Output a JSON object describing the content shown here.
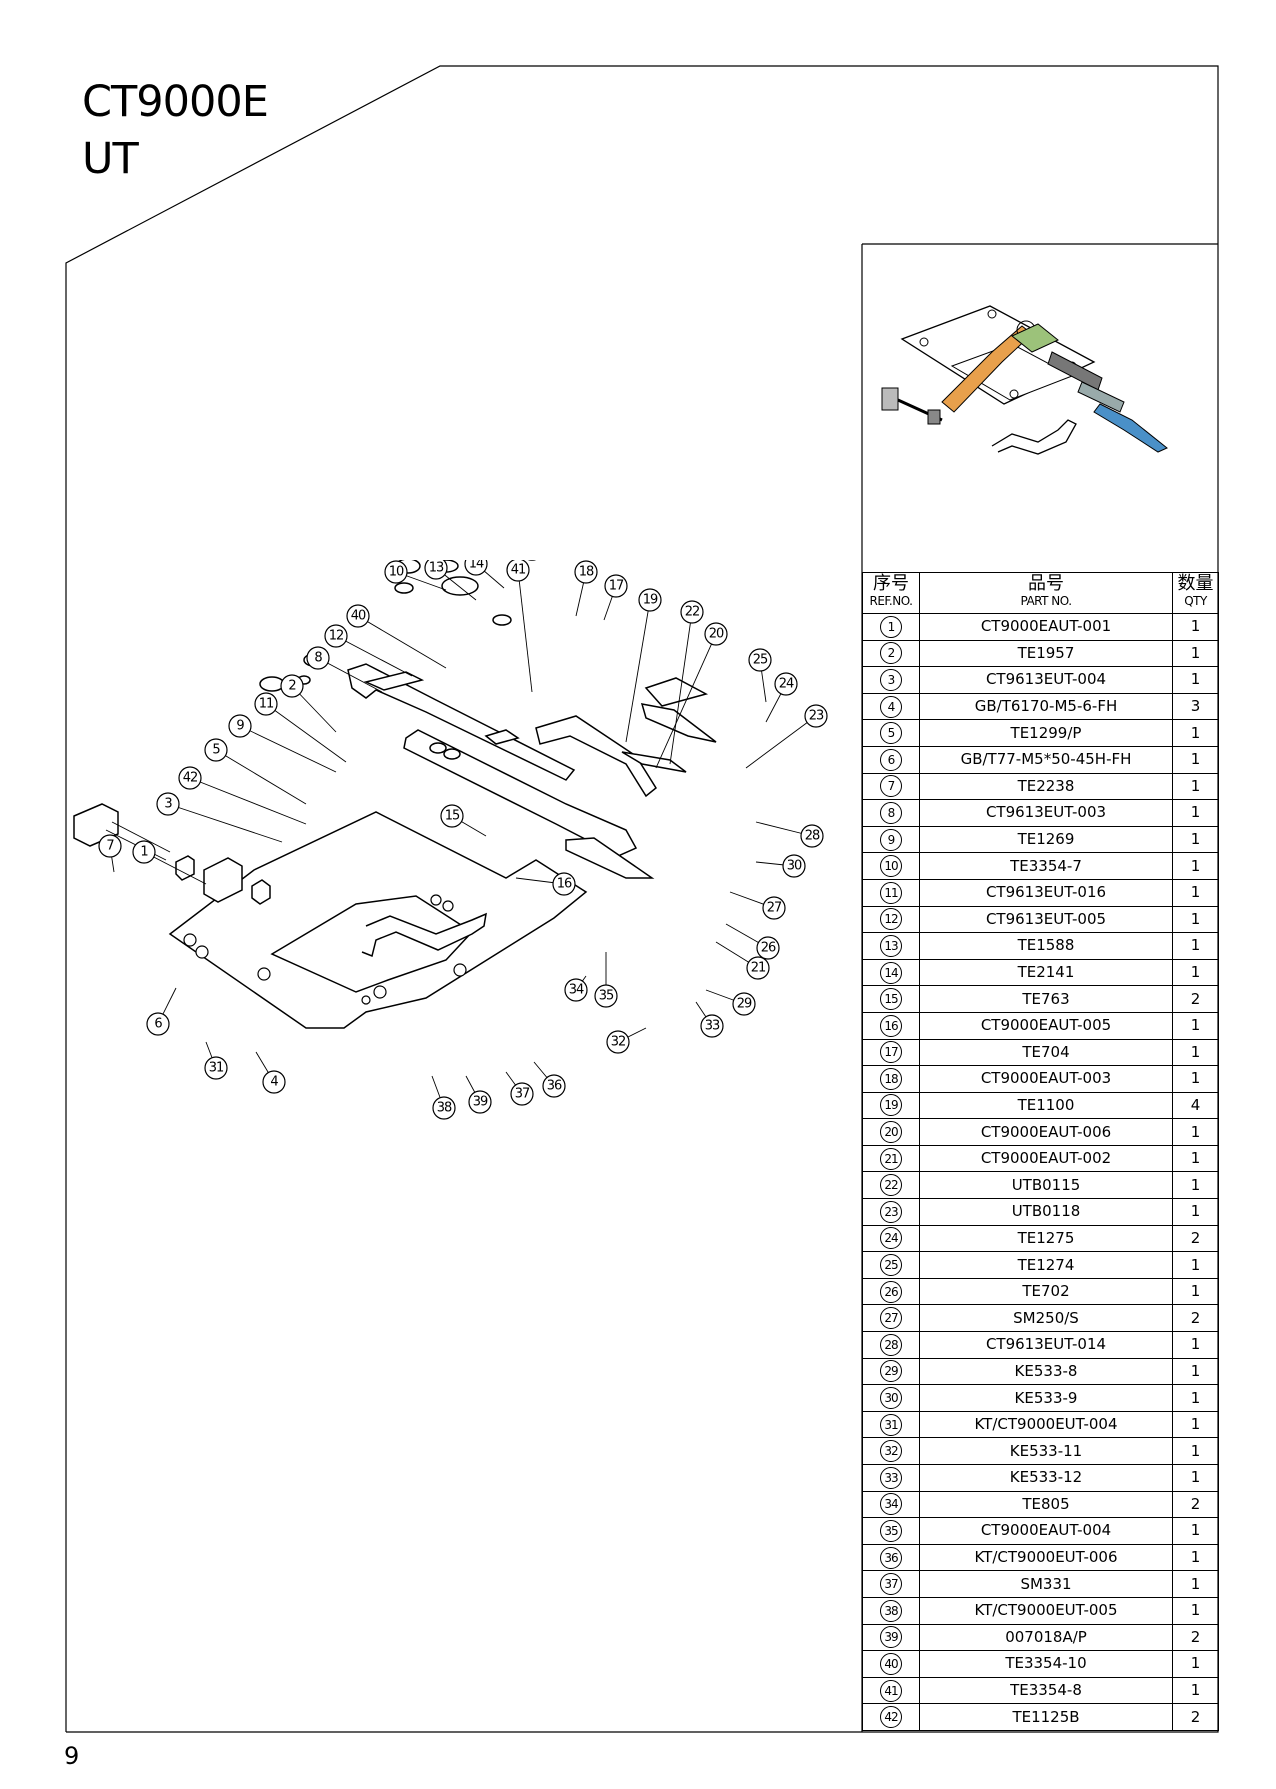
{
  "header": {
    "model": "CT9000E",
    "sub": "UT"
  },
  "page_number": "9",
  "table": {
    "headers": [
      {
        "cn": "序号",
        "en": "REF.NO."
      },
      {
        "cn": "品号",
        "en": "PART NO."
      },
      {
        "cn": "数量",
        "en": "QTY"
      }
    ],
    "rows": [
      {
        "ref": "1",
        "part": "CT9000EAUT-001",
        "qty": "1"
      },
      {
        "ref": "2",
        "part": "TE1957",
        "qty": "1"
      },
      {
        "ref": "3",
        "part": "CT9613EUT-004",
        "qty": "1"
      },
      {
        "ref": "4",
        "part": "GB/T6170-M5-6-FH",
        "qty": "3"
      },
      {
        "ref": "5",
        "part": "TE1299/P",
        "qty": "1"
      },
      {
        "ref": "6",
        "part": "GB/T77-M5*50-45H-FH",
        "qty": "1"
      },
      {
        "ref": "7",
        "part": "TE2238",
        "qty": "1"
      },
      {
        "ref": "8",
        "part": "CT9613EUT-003",
        "qty": "1"
      },
      {
        "ref": "9",
        "part": "TE1269",
        "qty": "1"
      },
      {
        "ref": "10",
        "part": "TE3354-7",
        "qty": "1"
      },
      {
        "ref": "11",
        "part": "CT9613EUT-016",
        "qty": "1"
      },
      {
        "ref": "12",
        "part": "CT9613EUT-005",
        "qty": "1"
      },
      {
        "ref": "13",
        "part": "TE1588",
        "qty": "1"
      },
      {
        "ref": "14",
        "part": "TE2141",
        "qty": "1"
      },
      {
        "ref": "15",
        "part": "TE763",
        "qty": "2"
      },
      {
        "ref": "16",
        "part": "CT9000EAUT-005",
        "qty": "1"
      },
      {
        "ref": "17",
        "part": "TE704",
        "qty": "1"
      },
      {
        "ref": "18",
        "part": "CT9000EAUT-003",
        "qty": "1"
      },
      {
        "ref": "19",
        "part": "TE1100",
        "qty": "4"
      },
      {
        "ref": "20",
        "part": "CT9000EAUT-006",
        "qty": "1"
      },
      {
        "ref": "21",
        "part": "CT9000EAUT-002",
        "qty": "1"
      },
      {
        "ref": "22",
        "part": "UTB0115",
        "qty": "1"
      },
      {
        "ref": "23",
        "part": "UTB0118",
        "qty": "1"
      },
      {
        "ref": "24",
        "part": "TE1275",
        "qty": "2"
      },
      {
        "ref": "25",
        "part": "TE1274",
        "qty": "1"
      },
      {
        "ref": "26",
        "part": "TE702",
        "qty": "1"
      },
      {
        "ref": "27",
        "part": "SM250/S",
        "qty": "2"
      },
      {
        "ref": "28",
        "part": "CT9613EUT-014",
        "qty": "1"
      },
      {
        "ref": "29",
        "part": "KE533-8",
        "qty": "1"
      },
      {
        "ref": "30",
        "part": "KE533-9",
        "qty": "1"
      },
      {
        "ref": "31",
        "part": "KT/CT9000EUT-004",
        "qty": "1"
      },
      {
        "ref": "32",
        "part": "KE533-11",
        "qty": "1"
      },
      {
        "ref": "33",
        "part": "KE533-12",
        "qty": "1"
      },
      {
        "ref": "34",
        "part": "TE805",
        "qty": "2"
      },
      {
        "ref": "35",
        "part": "CT9000EAUT-004",
        "qty": "1"
      },
      {
        "ref": "36",
        "part": "KT/CT9000EUT-006",
        "qty": "1"
      },
      {
        "ref": "37",
        "part": "SM331",
        "qty": "1"
      },
      {
        "ref": "38",
        "part": "KT/CT9000EUT-005",
        "qty": "1"
      },
      {
        "ref": "39",
        "part": "007018A/P",
        "qty": "2"
      },
      {
        "ref": "40",
        "part": "TE3354-10",
        "qty": "1"
      },
      {
        "ref": "41",
        "part": "TE3354-8",
        "qty": "1"
      },
      {
        "ref": "42",
        "part": "TE1125B",
        "qty": "2"
      }
    ]
  },
  "callouts": [
    {
      "ref": "1"
    },
    {
      "ref": "2"
    },
    {
      "ref": "3"
    },
    {
      "ref": "4"
    },
    {
      "ref": "5"
    },
    {
      "ref": "6"
    },
    {
      "ref": "7"
    },
    {
      "ref": "8"
    },
    {
      "ref": "9"
    },
    {
      "ref": "10"
    },
    {
      "ref": "11"
    },
    {
      "ref": "12"
    },
    {
      "ref": "13"
    },
    {
      "ref": "14"
    },
    {
      "ref": "15"
    },
    {
      "ref": "16"
    },
    {
      "ref": "17"
    },
    {
      "ref": "18"
    },
    {
      "ref": "19"
    },
    {
      "ref": "20"
    },
    {
      "ref": "21"
    },
    {
      "ref": "22"
    },
    {
      "ref": "23"
    },
    {
      "ref": "24"
    },
    {
      "ref": "25"
    },
    {
      "ref": "26"
    },
    {
      "ref": "27"
    },
    {
      "ref": "28"
    },
    {
      "ref": "29"
    },
    {
      "ref": "30"
    },
    {
      "ref": "31"
    },
    {
      "ref": "32"
    },
    {
      "ref": "33"
    },
    {
      "ref": "34"
    },
    {
      "ref": "35"
    },
    {
      "ref": "36"
    },
    {
      "ref": "37"
    },
    {
      "ref": "38"
    },
    {
      "ref": "39"
    },
    {
      "ref": "40"
    },
    {
      "ref": "41"
    },
    {
      "ref": "42"
    }
  ],
  "colors": {
    "line": "#000000",
    "thumb_orange": "#e8a04c",
    "thumb_green": "#9cc27a",
    "thumb_blue": "#4a90c8"
  }
}
